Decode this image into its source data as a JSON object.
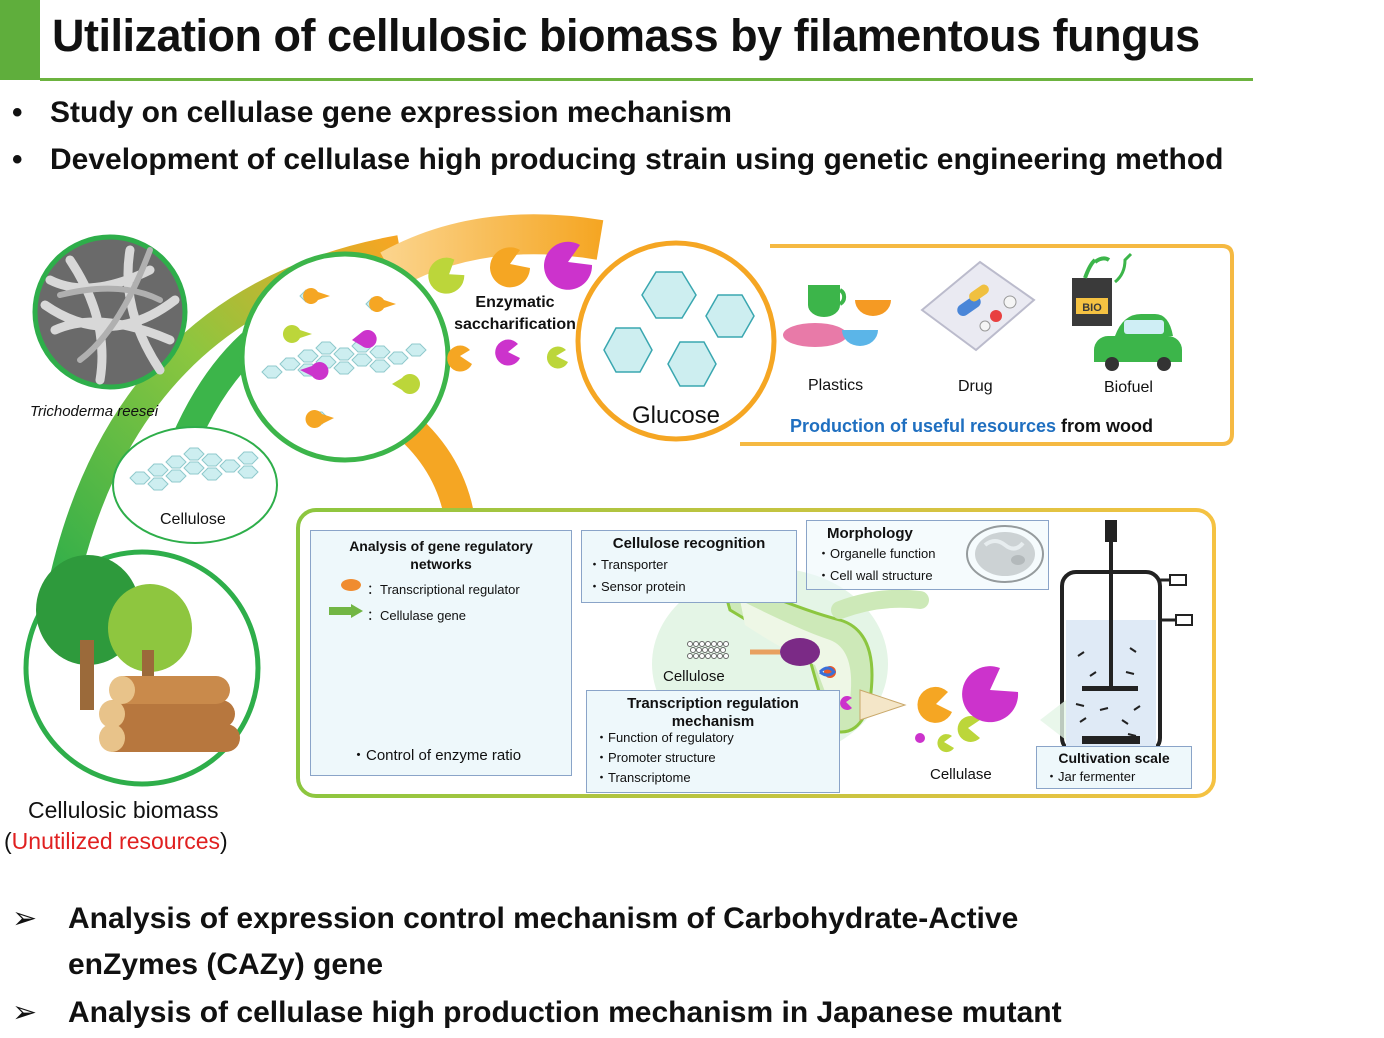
{
  "title": "Utilization of cellulosic biomass by filamentous fungus",
  "top_bullets": [
    "Study on cellulase gene expression mechanism",
    "Development of cellulase high producing strain using genetic engineering method"
  ],
  "diagram": {
    "fungus_label": "Trichoderma reesei",
    "cellulose_label": "Cellulose",
    "biomass_label": "Cellulosic biomass",
    "biomass_paren_open": "(",
    "biomass_note": "Unutilized resources",
    "biomass_paren_close": ")",
    "saccharification_line1": "Enzymatic",
    "saccharification_line2": "saccharification",
    "glucose_label": "Glucose",
    "products": [
      "Plastics",
      "Drug",
      "Biofuel"
    ],
    "bio_badge": "BIO",
    "production_highlight": "Production of useful resources",
    "production_rest": " from wood",
    "network_box": {
      "title_line1": "Analysis of gene regulatory",
      "title_line2": "networks",
      "legend_regulator": "：Transcriptional regulator",
      "legend_gene": "：Cellulase gene",
      "footer": "・Control of enzyme ratio"
    },
    "recognition_box": {
      "title": "Cellulose recognition",
      "items": [
        "・Transporter",
        "・Sensor protein"
      ]
    },
    "morphology_box": {
      "title": "Morphology",
      "items": [
        "・Organelle function",
        "・Cell wall structure"
      ]
    },
    "transcription_box": {
      "title_line1": "Transcription regulation",
      "title_line2": "mechanism",
      "items": [
        "・Function of regulatory",
        "・Promoter structure",
        "・Transcriptome"
      ]
    },
    "cell_cellulose_label": "Cellulose",
    "cell_cellulase_label": "Cellulase",
    "cultivation_box": {
      "title": "Cultivation scale",
      "item": "・Jar fermenter"
    },
    "colors": {
      "green": "#2eae4a",
      "orange": "#f5a623",
      "glucose_fill": "#cdeef0",
      "magenta": "#cc33cc",
      "lime": "#bcd63a",
      "blue_text": "#1f6fc0",
      "red_text": "#e02020"
    }
  },
  "bottom_bullets": [
    "Analysis of expression control mechanism of Carbohydrate-Active",
    "enZymes (CAZy) gene",
    "Analysis of cellulase high production mechanism in Japanese mutant"
  ]
}
